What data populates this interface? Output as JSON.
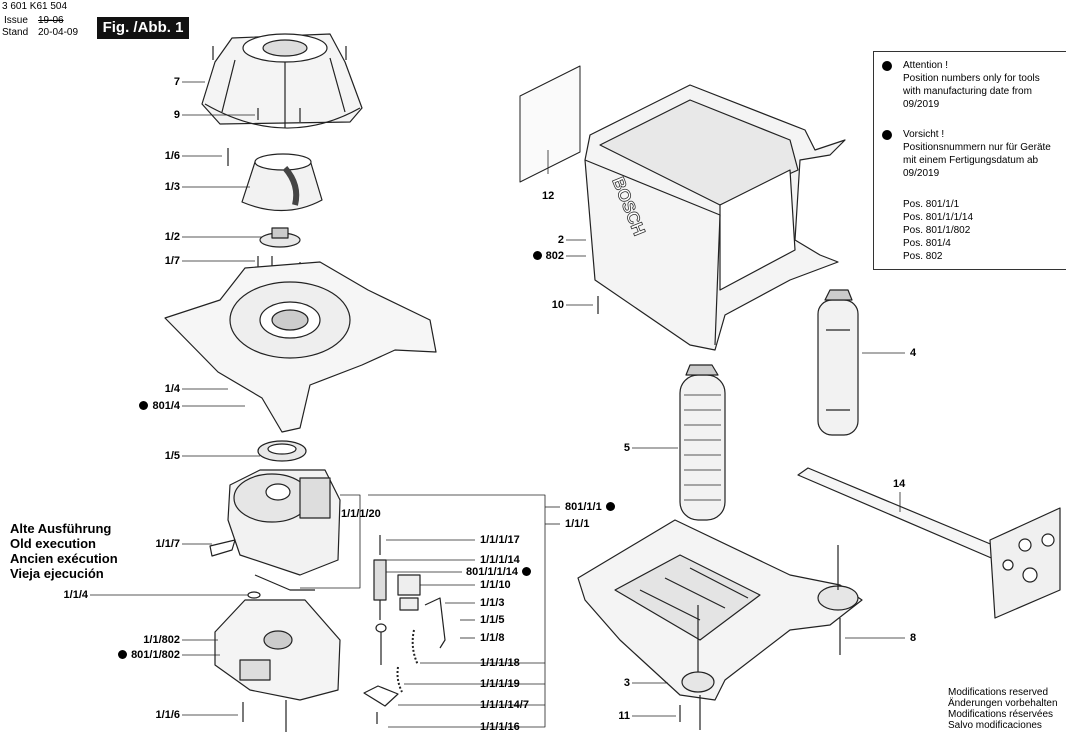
{
  "header": {
    "part_number": "3 601 K61 504",
    "issue_label": "Issue",
    "issue_value": "19-06",
    "stand_label": "Stand",
    "stand_value": "20-04-09",
    "figure_label": "Fig. /Abb. 1"
  },
  "note": {
    "en_title": "Attention !",
    "en_line1": "Position numbers only for tools",
    "en_line2": "with manufacturing date from",
    "en_line3": "09/2019",
    "de_title": "Vorsicht !",
    "de_line1": "Positionsnummern nur für Geräte",
    "de_line2": "mit einem Fertigungsdatum ab",
    "de_line3": "09/2019",
    "pos1": "Pos. 801/1/1",
    "pos2": "Pos. 801/1/1/14",
    "pos3": "Pos. 801/1/802",
    "pos4": "Pos. 801/4",
    "pos5": "Pos. 802"
  },
  "old_execution": {
    "de": "Alte Ausführung",
    "en": "Old execution",
    "fr": "Ancien exécution",
    "es": "Vieja ejecución"
  },
  "modifications": {
    "en": "Modifications reserved",
    "de": "Änderungen vorbehalten",
    "fr": "Modifications réservées",
    "es": "Salvo modificaciones"
  },
  "brand_text": "BOSCH",
  "labels": {
    "p7": "7",
    "p9": "9",
    "p1_6": "1/6",
    "p1_3": "1/3",
    "p1_2": "1/2",
    "p1_7": "1/7",
    "p1_4": "1/4",
    "p801_4": "801/4",
    "p1_5": "1/5",
    "p1_1_7": "1/1/7",
    "p1_1_4": "1/1/4",
    "p1_1_802": "1/1/802",
    "p801_1_802": "801/1/802",
    "p1_1_6": "1/1/6",
    "p1_1_1_20": "1/1/1/20",
    "p801_1_1": "801/1/1",
    "p1_1_1": "1/1/1",
    "p1_1_1_17": "1/1/1/17",
    "p1_1_1_14": "1/1/1/14",
    "p801_1_1_14": "801/1/1/14",
    "p1_1_10": "1/1/10",
    "p1_1_3": "1/1/3",
    "p1_1_5": "1/1/5",
    "p1_1_8": "1/1/8",
    "p1_1_1_18": "1/1/1/18",
    "p1_1_1_19": "1/1/1/19",
    "p1_1_1_14_7": "1/1/1/14/7",
    "p1_1_1_16": "1/1/1/16",
    "p12": "12",
    "p2": "2",
    "p802": "802",
    "p10": "10",
    "p4": "4",
    "p5": "5",
    "p14": "14",
    "p8": "8",
    "p3": "3",
    "p11": "11"
  }
}
